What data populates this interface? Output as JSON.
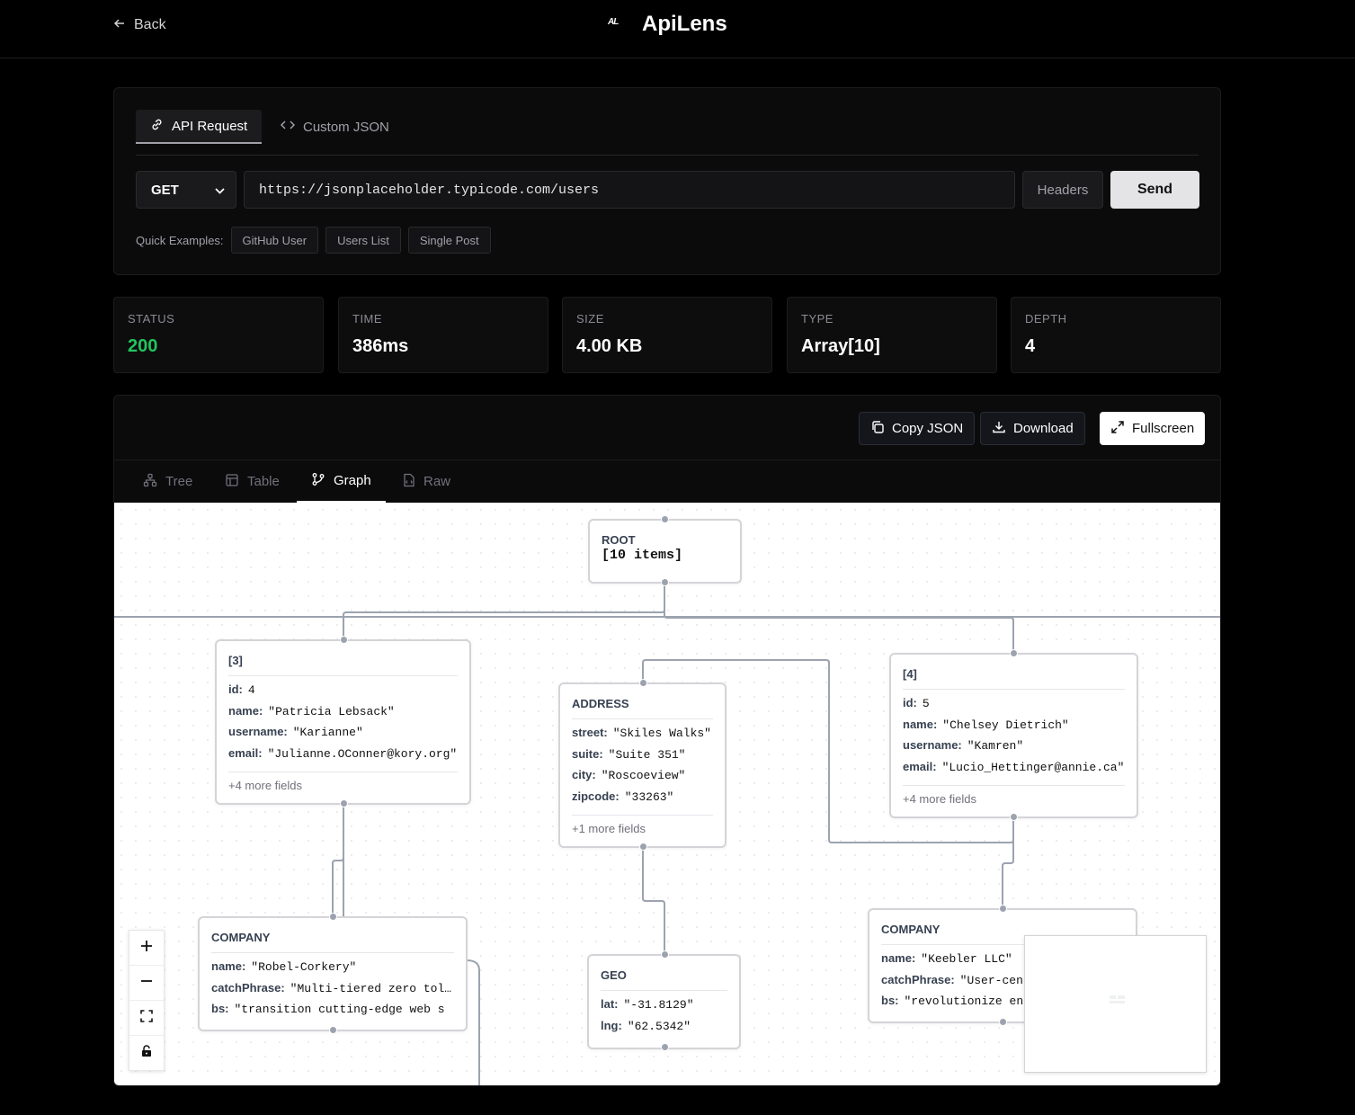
{
  "header": {
    "back_label": "Back",
    "app_name": "ApiLens",
    "logo_text": "AL"
  },
  "request": {
    "tabs": [
      {
        "label": "API Request",
        "icon": "link-icon"
      },
      {
        "label": "Custom JSON",
        "icon": "code-icon"
      }
    ],
    "method": "GET",
    "url": "https://jsonplaceholder.typicode.com/users",
    "headers_label": "Headers",
    "send_label": "Send",
    "quick_label": "Quick Examples:",
    "quick_examples": [
      "GitHub User",
      "Users List",
      "Single Post"
    ]
  },
  "stats": [
    {
      "label": "STATUS",
      "value": "200",
      "color": "#22c55e"
    },
    {
      "label": "TIME",
      "value": "386ms"
    },
    {
      "label": "SIZE",
      "value": "4.00 KB"
    },
    {
      "label": "TYPE",
      "value": "Array[10]"
    },
    {
      "label": "DEPTH",
      "value": "4"
    }
  ],
  "viewer": {
    "actions": {
      "copy": "Copy JSON",
      "download": "Download",
      "fullscreen": "Fullscreen"
    },
    "tabs": [
      {
        "label": "Tree",
        "icon": "tree-icon"
      },
      {
        "label": "Table",
        "icon": "table-icon"
      },
      {
        "label": "Graph",
        "icon": "graph-icon",
        "active": true
      },
      {
        "label": "Raw",
        "icon": "file-icon"
      }
    ]
  },
  "graph": {
    "root": {
      "title": "ROOT",
      "value": "[10 items]"
    },
    "item3": {
      "title": "[3]",
      "fields": [
        {
          "key": "id:",
          "value": "4"
        },
        {
          "key": "name:",
          "value": "\"Patricia Lebsack\""
        },
        {
          "key": "username:",
          "value": "\"Karianne\""
        },
        {
          "key": "email:",
          "value": "\"Julianne.OConner@kory.org\""
        }
      ],
      "more": "+4 more fields"
    },
    "address": {
      "title": "ADDRESS",
      "fields": [
        {
          "key": "street:",
          "value": "\"Skiles Walks\""
        },
        {
          "key": "suite:",
          "value": "\"Suite 351\""
        },
        {
          "key": "city:",
          "value": "\"Roscoeview\""
        },
        {
          "key": "zipcode:",
          "value": "\"33263\""
        }
      ],
      "more": "+1 more fields"
    },
    "item4": {
      "title": "[4]",
      "fields": [
        {
          "key": "id:",
          "value": "5"
        },
        {
          "key": "name:",
          "value": "\"Chelsey Dietrich\""
        },
        {
          "key": "username:",
          "value": "\"Kamren\""
        },
        {
          "key": "email:",
          "value": "\"Lucio_Hettinger@annie.ca\""
        }
      ],
      "more": "+4 more fields"
    },
    "company1": {
      "title": "COMPANY",
      "fields": [
        {
          "key": "name:",
          "value": "\"Robel-Corkery\""
        },
        {
          "key": "catchPhrase:",
          "value": "\"Multi-tiered zero tol…"
        },
        {
          "key": "bs:",
          "value": "\"transition cutting-edge web s"
        }
      ]
    },
    "geo": {
      "title": "GEO",
      "fields": [
        {
          "key": "lat:",
          "value": "\"-31.8129\""
        },
        {
          "key": "lng:",
          "value": "\"62.5342\""
        }
      ]
    },
    "company2": {
      "title": "COMPANY",
      "fields": [
        {
          "key": "name:",
          "value": "\"Keebler LLC\""
        },
        {
          "key": "catchPhrase:",
          "value": "\"User-cen"
        },
        {
          "key": "bs:",
          "value": "\"revolutionize en"
        }
      ]
    }
  }
}
